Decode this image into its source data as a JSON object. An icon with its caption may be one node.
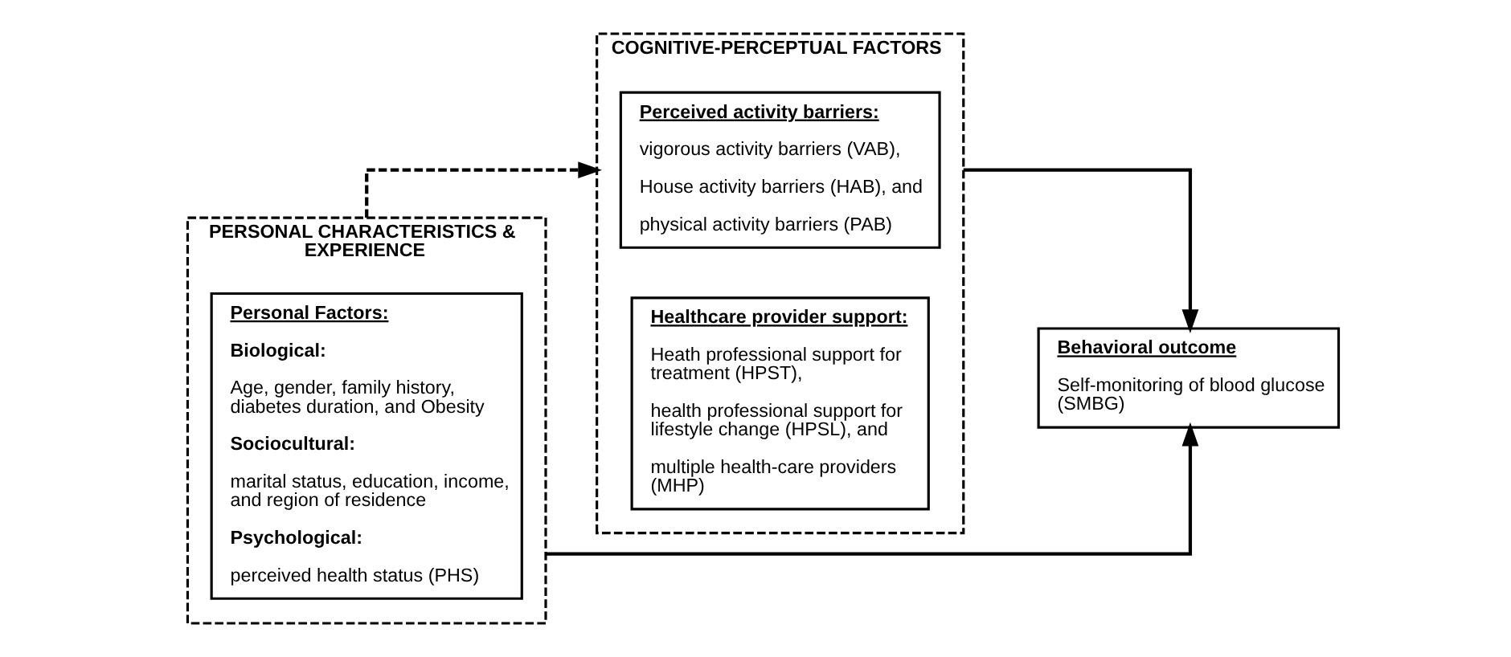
{
  "diagram": {
    "nodes": [
      {
        "text": [
          "PERSONAL CHARACTERISTICS & EXPERIENCE"
        ]
      },
      {
        "text": [
          "Personal Factors:",
          "Biological:",
          "Age, gender, family history, diabetes duration, and Obesity",
          "Sociocultural:",
          "marital status, education, income, and region of residence",
          "Psychological:",
          "perceived health status (PHS)"
        ],
        "in": 0
      },
      {
        "text": [
          "COGNITIVE-PERCEPTUAL FACTORS"
        ]
      },
      {
        "text": [
          "Perceived activity barriers:",
          "vigorous activity barriers (VAB),",
          "House activity barriers (HAB), and",
          "physical activity barriers (PAB)"
        ],
        "in": 2
      },
      {
        "text": [
          "Healthcare provider support:",
          "Heath professional support for treatment (HPST),",
          "health professional support for lifestyle change (HPSL), and",
          "multiple health-care providers (MHP)"
        ],
        "in": 2
      },
      {
        "text": [
          "Behavioral outcome",
          "Self-monitoring of blood glucose (SMBG)"
        ]
      }
    ],
    "edges": [
      {
        "from": 0,
        "to": 2,
        "arrow": "to",
        "style": "dashed"
      },
      {
        "from": 2,
        "to": 5,
        "arrow": "to"
      },
      {
        "from": 0,
        "to": 5,
        "arrow": "to"
      }
    ]
  }
}
